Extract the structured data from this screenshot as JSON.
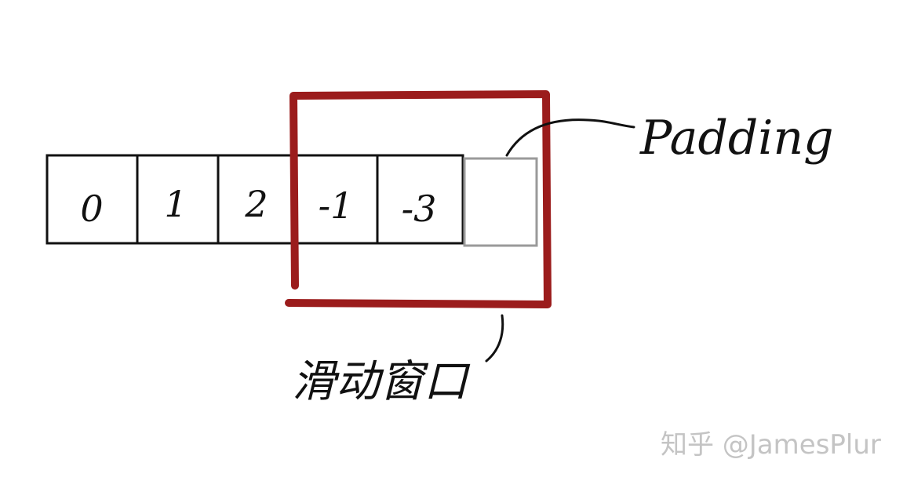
{
  "array_cells": [
    "0",
    "1",
    "2",
    "-1",
    "-3"
  ],
  "padding_cell": "",
  "padding_label": "Padding",
  "window_label": "滑动窗口",
  "watermark": "知乎 @JamesPlur",
  "colors": {
    "ink": "#111111",
    "window_frame": "#9b1c1c",
    "padding_cell": "#9a9a9a",
    "watermark": "#c4c4c4"
  }
}
